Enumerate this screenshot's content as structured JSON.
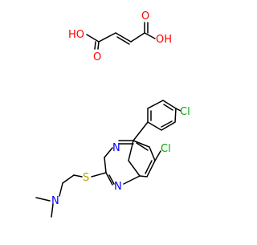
{
  "colors": {
    "background": "#ffffff",
    "bond": "#000000",
    "oxygen": "#ff0000",
    "nitrogen": "#0000ff",
    "chlorine": "#00aa00",
    "sulfur": "#b5a000"
  },
  "fumaric_acid": {
    "atoms": [
      "HO",
      "O",
      "O",
      "OH"
    ]
  },
  "main_molecule": {
    "atoms": [
      "Cl",
      "Cl",
      "N",
      "N",
      "S",
      "N"
    ]
  }
}
